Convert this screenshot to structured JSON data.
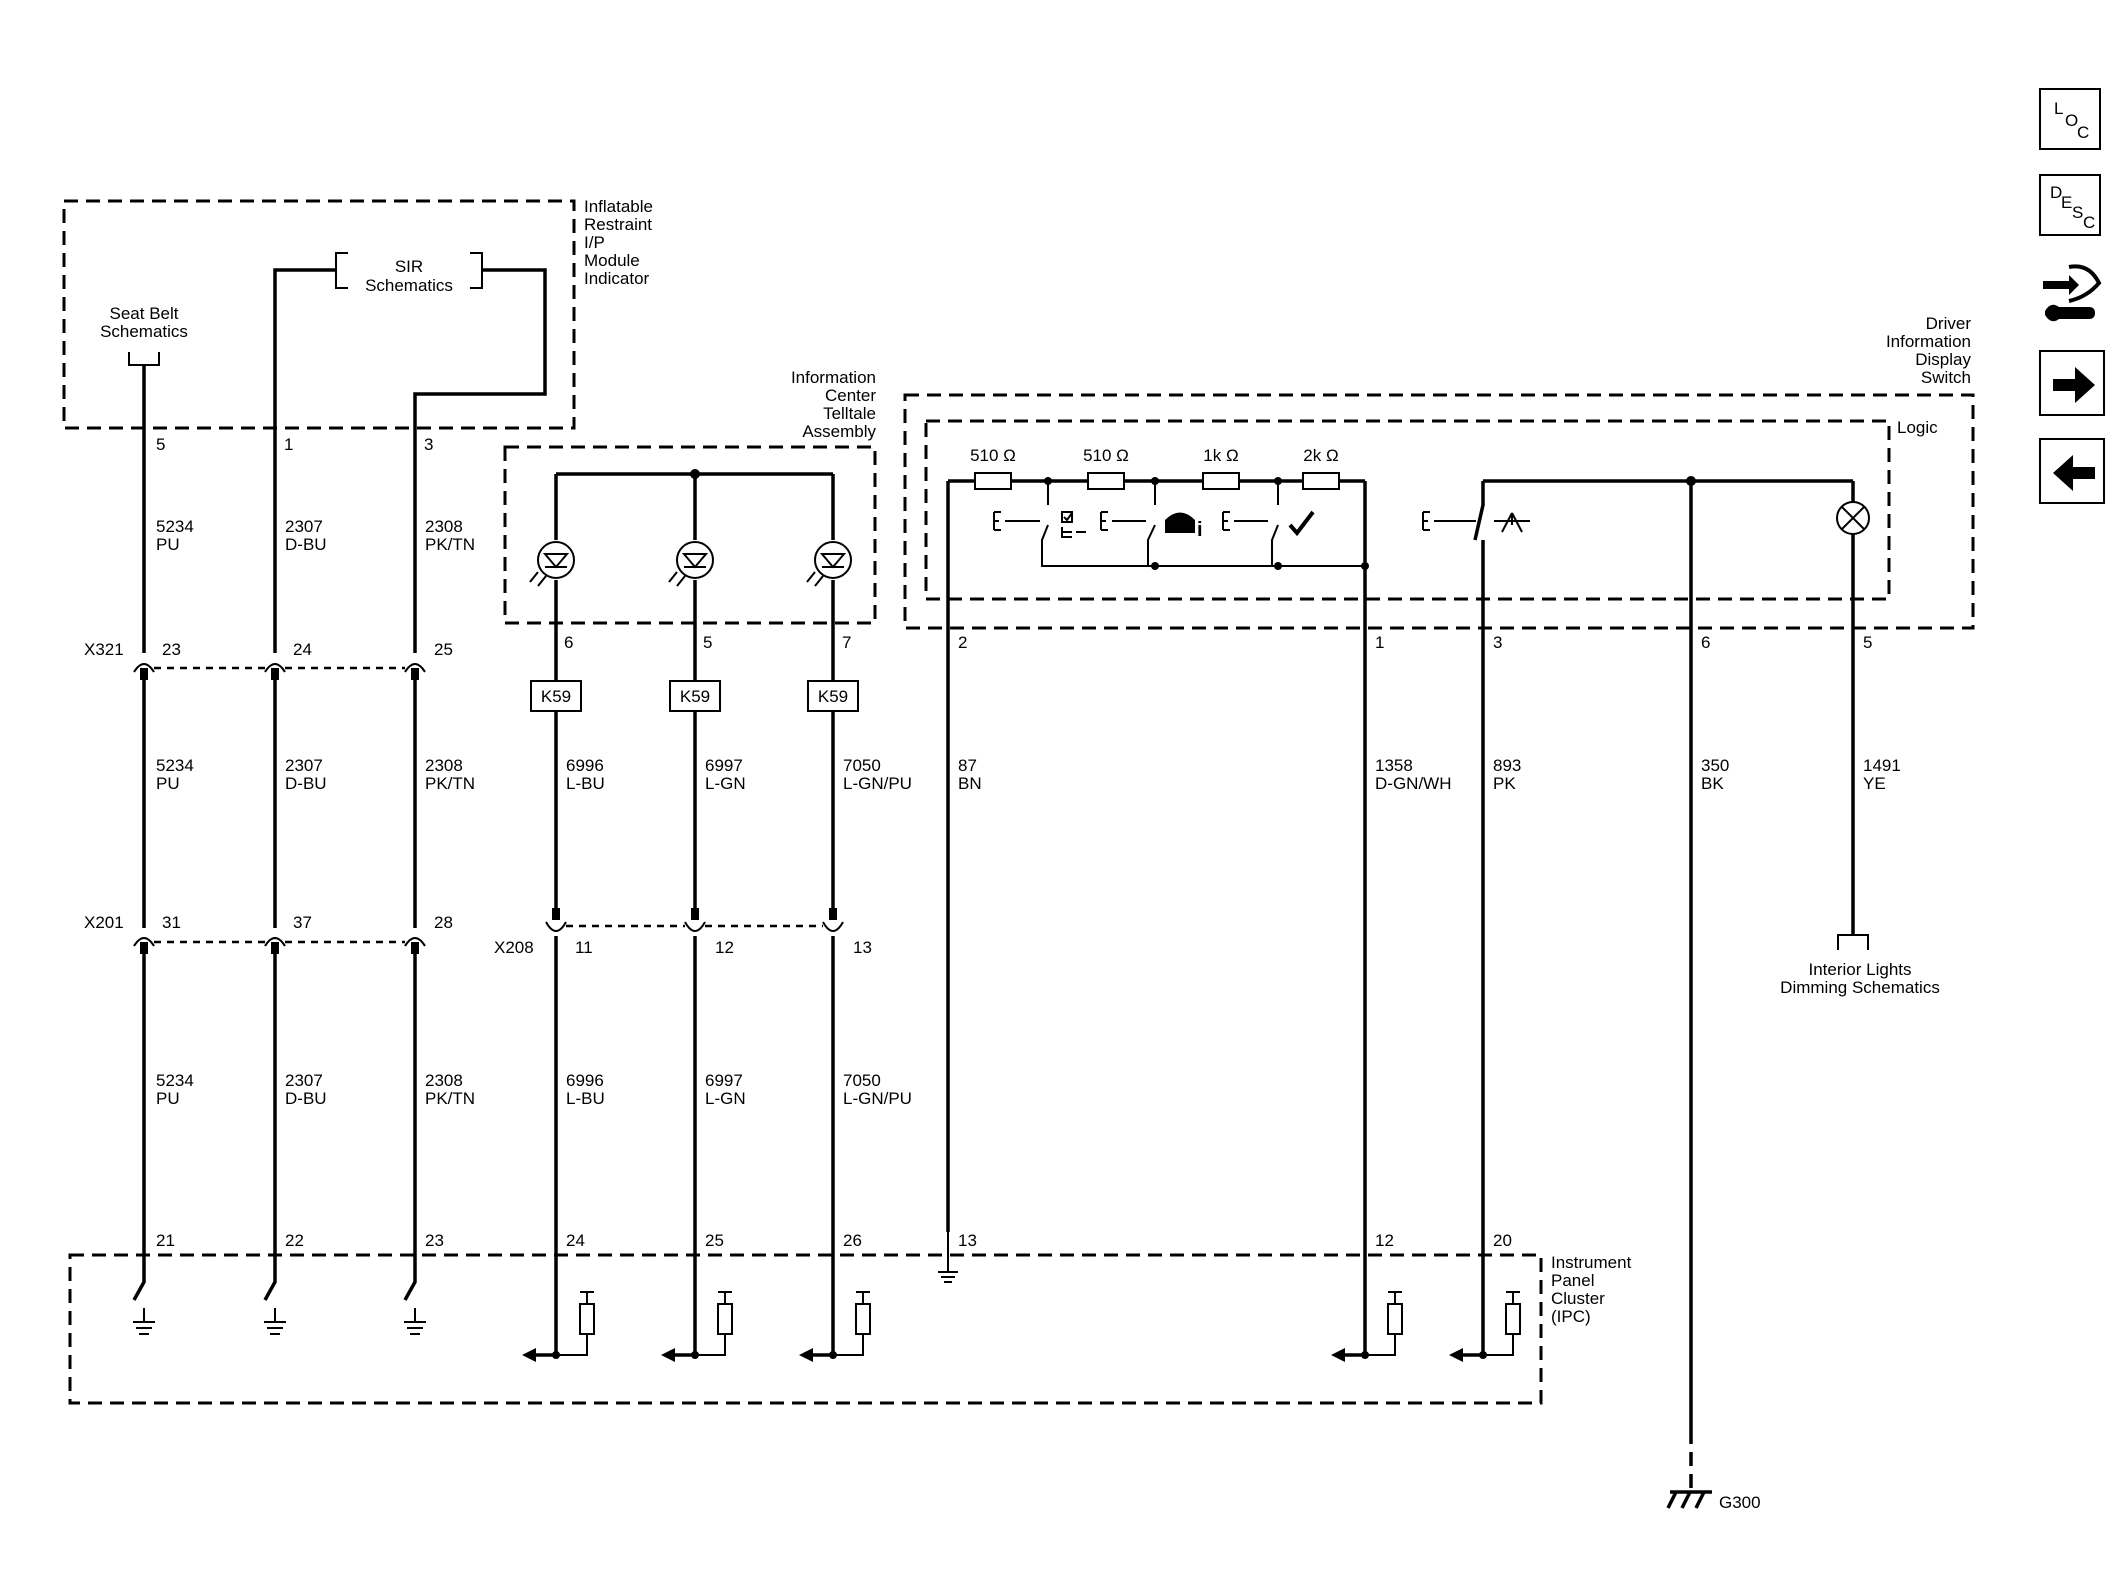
{
  "modules": {
    "inflatable_restraint": [
      "Inflatable",
      "Restraint",
      "I/P",
      "Module",
      "Indicator"
    ],
    "info_center": [
      "Information",
      "Center",
      "Telltale",
      "Assembly"
    ],
    "dic_switch": [
      "Driver",
      "Information",
      "Display",
      "Switch"
    ],
    "logic": "Logic",
    "ipc": [
      "Instrument",
      "Panel",
      "Cluster",
      "(IPC)"
    ]
  },
  "refs": {
    "seat_belt": [
      "Seat Belt",
      "Schematics"
    ],
    "sir": [
      "SIR",
      "Schematics"
    ],
    "interior_lights": [
      "Interior Lights",
      "Dimming Schematics"
    ]
  },
  "connectors": {
    "x321": "X321",
    "x201": "X201",
    "x208": "X208"
  },
  "ground": "G300",
  "fuse_label": "K59",
  "resistors": [
    "510 Ω",
    "510 Ω",
    "1k Ω",
    "2k Ω"
  ],
  "sir_circuits": [
    {
      "pin_top": "5",
      "circuit": "5234",
      "color": "PU",
      "x321": "23",
      "x201": "31",
      "ipc": "21"
    },
    {
      "pin_top": "1",
      "circuit": "2307",
      "color": "D-BU",
      "x321": "24",
      "x201": "37",
      "ipc": "22"
    },
    {
      "pin_top": "3",
      "circuit": "2308",
      "color": "PK/TN",
      "x321": "25",
      "x201": "28",
      "ipc": "23"
    }
  ],
  "telltale_circuits": [
    {
      "pin_top": "6",
      "circuit": "6996",
      "color": "L-BU",
      "x208": "11",
      "ipc": "24"
    },
    {
      "pin_top": "5",
      "circuit": "6997",
      "color": "L-GN",
      "x208": "12",
      "ipc": "25"
    },
    {
      "pin_top": "7",
      "circuit": "7050",
      "color": "L-GN/PU",
      "x208": "13",
      "ipc": "26"
    }
  ],
  "dic_circuits": [
    {
      "pin": "2",
      "circuit": "87",
      "color": "BN",
      "ipc": "13"
    },
    {
      "pin": "1",
      "circuit": "1358",
      "color": "D-GN/WH",
      "ipc": "12"
    },
    {
      "pin": "3",
      "circuit": "893",
      "color": "PK",
      "ipc": "20"
    },
    {
      "pin": "6",
      "circuit": "350",
      "color": "BK"
    },
    {
      "pin": "5",
      "circuit": "1491",
      "color": "YE"
    }
  ],
  "nav": {
    "loc": [
      "L",
      "O",
      "C"
    ],
    "desc": [
      "D",
      "E",
      "S",
      "C"
    ]
  }
}
